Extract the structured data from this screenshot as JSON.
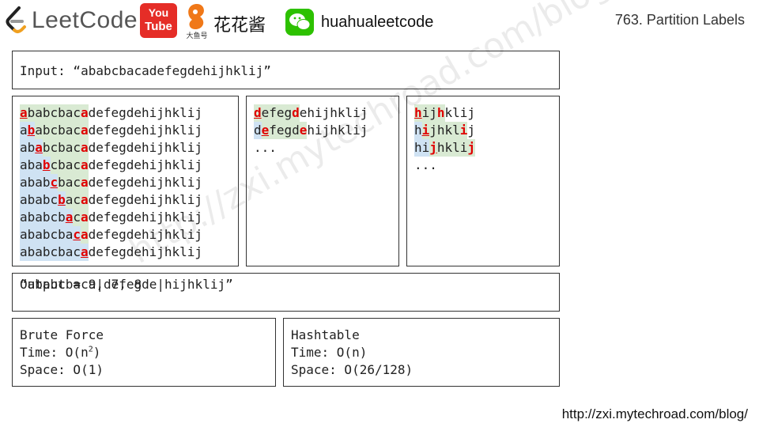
{
  "header": {
    "logo_text": "LeetCode",
    "youtube_top": "You",
    "youtube_bottom": "Tube",
    "douyu_label": "大鱼号",
    "author_cn": "花花酱",
    "wechat_handle": "huahualeetcode",
    "problem_title": "763. Partition Labels"
  },
  "input_line": "Input: “ababcbacadefegdehijhklij”",
  "panels": [
    {
      "lines": [
        "ababcbacadefegdehijhklij",
        "ababcbacadefegdehijhklij",
        "ababcbacadefegdehijhklij",
        "ababcbacadefegdehijhklij",
        "ababcbacadefegdehijhklij",
        "ababcbacadefegdehijhklij",
        "ababcbacadefegdehijhklij",
        "ababcbacadefegdehijhklij",
        "ababcbacadefegdehijhklij"
      ]
    },
    {
      "lines": [
        "defegdehijhklij",
        "defegdehijhklij",
        "..."
      ]
    },
    {
      "lines": [
        "hijhklij",
        "hijhklij",
        "hijhklij",
        "..."
      ]
    }
  ],
  "result": {
    "partition": "“ababcbaca|defegde|hijhklij”",
    "output": "Output = 9, 7, 8"
  },
  "brute_force": {
    "title": "Brute Force",
    "time_prefix": "Time: O(n",
    "time_sup": "2",
    "time_suffix": ")",
    "space": "Space: O(1)"
  },
  "hashtable": {
    "title": "Hashtable",
    "time": "Time: O(n)",
    "space": "Space: O(26/128)"
  },
  "watermark": "http://zxi.mytechroad.com/blog/  花花酱 LeetCode",
  "footer_url": "http://zxi.mytechroad.com/blog/",
  "colors": {
    "highlight": "#e00000",
    "green_shade": "#d9ead3",
    "blue_shade": "#cfe2f3",
    "youtube_red": "#e52d27",
    "wechat_green": "#2dc100"
  }
}
